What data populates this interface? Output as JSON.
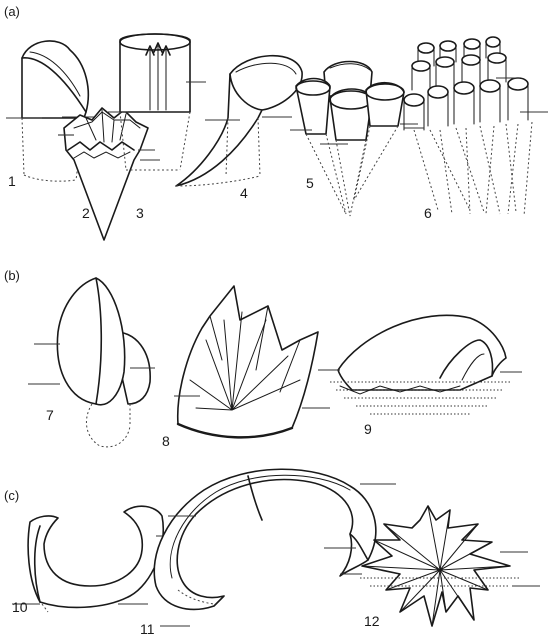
{
  "panels": [
    "(a)",
    "(b)",
    "(c)"
  ],
  "labels": [
    "1",
    "2",
    "3",
    "4",
    "5",
    "6",
    "7",
    "8",
    "9",
    "10",
    "11",
    "12"
  ]
}
